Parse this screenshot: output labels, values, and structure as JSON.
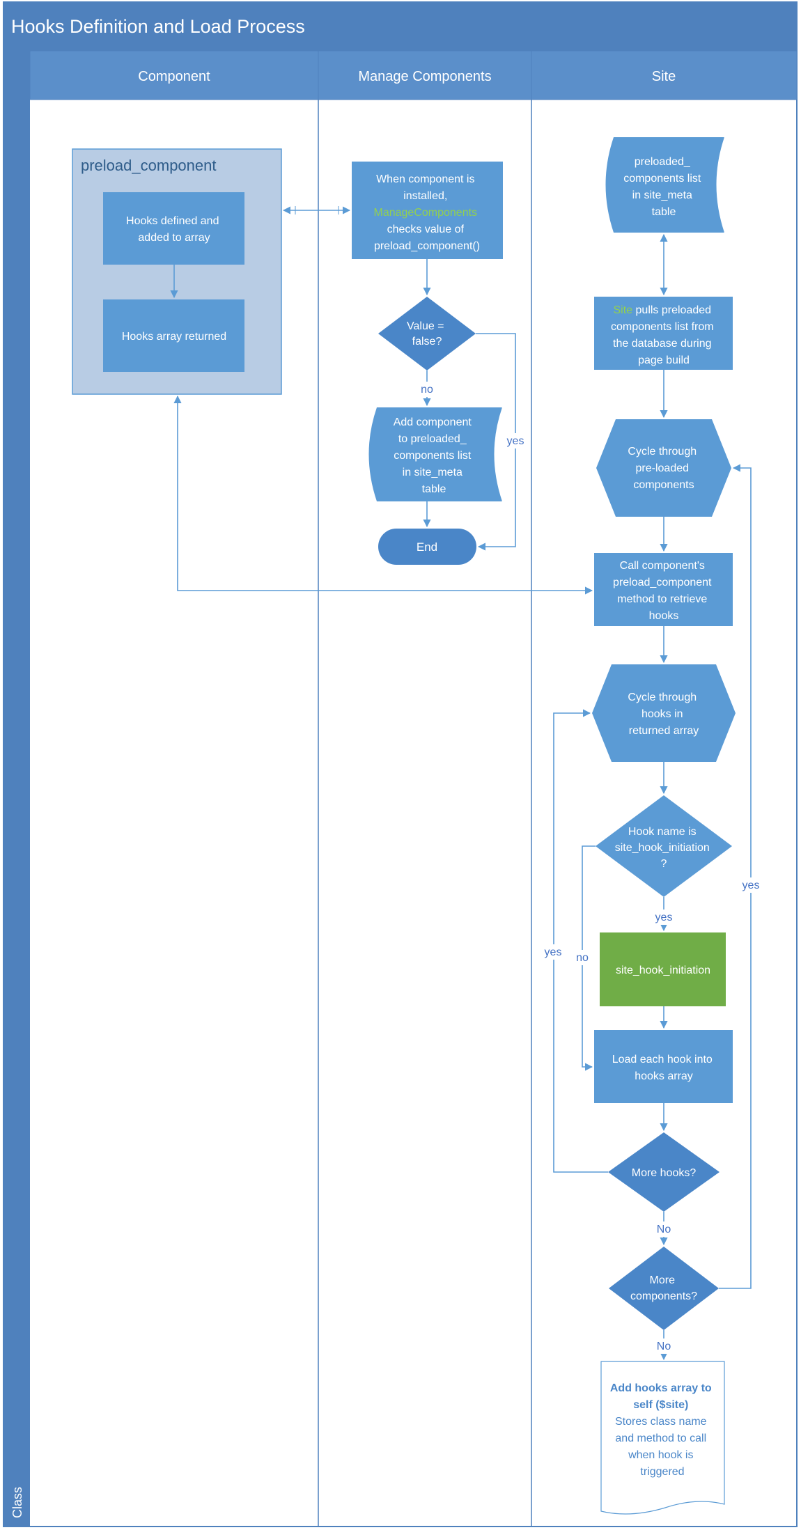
{
  "title": "Hooks Definition and Load Process",
  "side_label": "Class",
  "lanes": [
    {
      "id": "component",
      "label": "Component"
    },
    {
      "id": "manage",
      "label": "Manage Components"
    },
    {
      "id": "site",
      "label": "Site"
    }
  ],
  "colors": {
    "title_bar": "#4F81BD",
    "lane_header": "#5B8FCA",
    "process": "#5B9BD5",
    "decision_dark": "#4A86C8",
    "accent_green": "#70AD47",
    "highlight_green": "#92D050",
    "container_fill": "#B8CCE4",
    "container_border": "#5B9BD5",
    "line": "#5B9BD5",
    "label": "#4472C4"
  },
  "container": {
    "label": "preload_component"
  },
  "nodes": {
    "hooks_defined": {
      "lines": [
        "Hooks defined and",
        "added to array"
      ]
    },
    "hooks_returned": {
      "lines": [
        "Hooks array returned"
      ]
    },
    "installed": {
      "line1": "When component is",
      "line2": "installed,",
      "highlight": "ManageComponents",
      "line4": "checks value of",
      "line5": "preload_component()"
    },
    "value_false": {
      "lines": [
        "Value =",
        "false?"
      ]
    },
    "add_component": {
      "lines": [
        "Add component",
        "to preloaded_",
        "components list",
        "in site_meta",
        "table"
      ]
    },
    "end": {
      "label": "End"
    },
    "preloaded_list": {
      "lines": [
        "preloaded_",
        "components list",
        "in site_meta",
        "table"
      ]
    },
    "site_pulls": {
      "highlight": "Site",
      "line1_rest": " pulls preloaded",
      "lines": [
        "components list from",
        "the database during",
        "page build"
      ]
    },
    "cycle_components": {
      "lines": [
        "Cycle through",
        "pre-loaded",
        "components"
      ]
    },
    "call_component": {
      "lines": [
        "Call component's",
        "preload_component",
        "method to retrieve",
        "hooks"
      ]
    },
    "cycle_hooks": {
      "lines": [
        "Cycle through",
        "hooks in",
        "returned array"
      ]
    },
    "hook_name": {
      "lines": [
        "Hook name is",
        "site_hook_initiation",
        "?"
      ]
    },
    "site_hook_initiation": {
      "label": "site_hook_initiation"
    },
    "load_hook": {
      "lines": [
        "Load each hook into",
        "hooks array"
      ]
    },
    "more_hooks": {
      "label": "More hooks?"
    },
    "more_components": {
      "lines": [
        "More",
        "components?"
      ]
    },
    "add_hooks": {
      "bold": [
        "Add hooks array to",
        "self ($site)"
      ],
      "lines": [
        "Stores class name",
        "and method to call",
        "when hook is",
        "triggered"
      ]
    }
  },
  "edge_labels": {
    "no_value": "no",
    "yes_value": "yes",
    "yes_hook": "yes",
    "no_hook": "no",
    "yes_more_hooks": "yes",
    "no_more_hooks": "No",
    "yes_more_components": "yes",
    "no_more_components": "No"
  }
}
